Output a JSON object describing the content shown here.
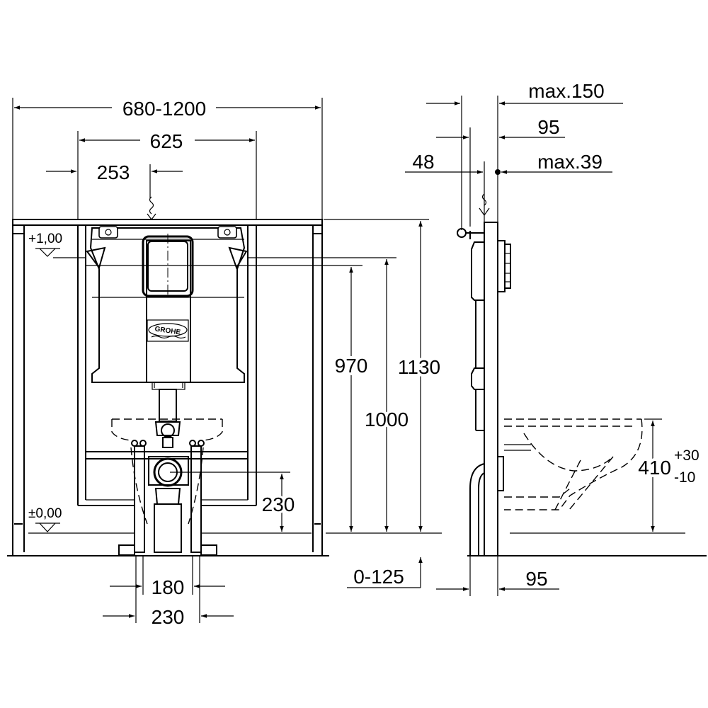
{
  "brand": "GROHE",
  "front_view": {
    "width_range": "680-1200",
    "frame_width": "625",
    "offset_253": "253",
    "level_top": "+1,00",
    "level_floor": "±0,00",
    "height_970": "970",
    "height_1000": "1000",
    "height_1130": "1130",
    "height_230": "230",
    "spacing_180": "180",
    "spacing_230": "230",
    "floor_adjust": "0-125"
  },
  "side_view": {
    "max_150": "max.150",
    "depth_95_top": "95",
    "depth_48": "48",
    "max_39": "max.39",
    "depth_95_bottom": "95",
    "bowl_height": "410",
    "tol_plus": "+30",
    "tol_minus": "-10"
  }
}
